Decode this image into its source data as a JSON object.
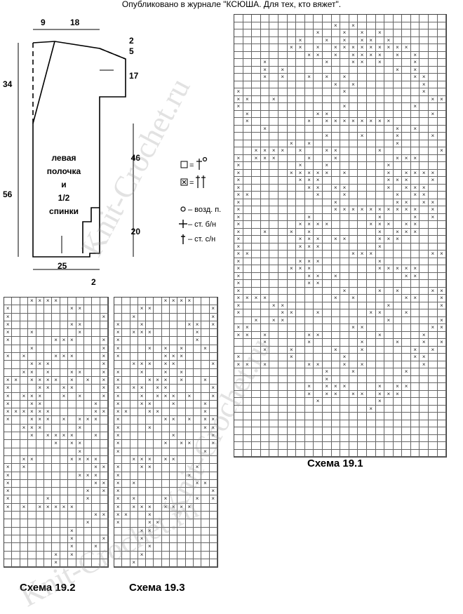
{
  "header": "Опубликовано в журнале \"КСЮША. Для тех, кто вяжет\".",
  "pattern": {
    "dims": {
      "top_left": "9",
      "top_right": "18",
      "right_2": "2",
      "right_5": "5",
      "right_17": "17",
      "left_34": "34",
      "left_56": "56",
      "right_46": "46",
      "right_20": "20",
      "bottom_25": "25",
      "bottom_2": "2"
    },
    "label": [
      "левая",
      "полочка",
      "и",
      "1/2",
      "спинки"
    ]
  },
  "legend": {
    "eq": "=",
    "items": [
      "– возд. п.",
      "– ст. б/н",
      "– ст. с/н"
    ]
  },
  "watermark": "Knit-Crochet.ru",
  "schemes": [
    {
      "caption": "Схема 19.1",
      "rows": [
        "........................",
        "...........x.x..........",
        ".........x..x.x.x.......",
        ".......x..x.x.xx.x......",
        "......xx.x.xxxxxxxxx....",
        "........xx.x.xxxx.x.x...",
        "...x......x..xx.x...x...",
        "...x.x............x.x...",
        "...x.x..x.x.x.......xx..",
        "...........x.x.......x..",
        "x...........x........x..",
        "xx..x.................xx",
        "x...........x.......x...",
        ".x.......xx...........x.",
        ".x......x.xxxxxxxx......",
        "...x..............x.x...",
        "..........x...x...x...x.",
        "......x.x.........x.....",
        "..xxxx.x..xx....x......x",
        "x.xxx...x..x......xxx...",
        "x......x..x......x......",
        "x.....xxxxx.x....x.xxxx.",
        "x......xxx.......xxx..x.",
        "x.......xx.xx....x.xxx..",
        "xx.......x..x.....x.xx..",
        "x..........x......xx.xx.",
        "x..........xxxxxxxxxx.x.",
        "x.......x.......x...x.x.",
        "x......xxxx....xxx.xx...",
        "x..x..x.x.......x.xxx...",
        "x......xxx.xx...xxx.....",
        "x......xxx......x.......",
        "xx...........xxx......xx",
        "x......xxx......x.......",
        "x.....xxx.......xxxxx...",
        "x.......xx.x.......xx...",
        "x.......xx..............",
        "x...........x...x.x...xx",
        "xxxx.......x.x.....xx..x",
        "x...xx...........x.....x",
        "x....xx..x.....xx..x....",
        "..x.xx...........x.....x",
        "xx...........xx.......xx",
        "xx.x....xx......x....x..",
        "...x....x.....x...x..x.x",
        "...x..x....x..x.....x.x.",
        "x.....x.....x.......xx..",
        "xx.x....xx..x.x......x..",
        "..........x..x.....x....",
        "..........x.............",
        "........x.xxx...x.xx....",
        "........x.xx.xx.xxx.....",
        ".........x......x.......",
        "...............x........",
        "........................",
        "........................",
        "........................",
        "........................",
        "........................",
        "........................"
      ]
    },
    {
      "caption": "Схема 19.2",
      "rows": [
        "...xxxx......",
        "x.......xx...",
        "x...........x",
        "x.......xx...",
        "x..x.....x...",
        "x.....xxx...x",
        "...x........x",
        "x.x...xxx...x",
        "...xxx......x",
        "..xx.x..xx..x",
        "xx.xxxx.x.x.x",
        "x...xx.xx...x",
        "x.xxx..x.x..x",
        "x..xx......x.",
        "xxxxxx.....xx",
        "x..xxx.x.xxx.",
        "..xxx....x...",
        "...x.xxxx..x.",
        "......x.xx...",
        ".........x...",
        "..xx....xxxx.",
        "x.x........xx",
        "x........xxx.",
        "x..........xx",
        "x.........x.x",
        "x....x....x..",
        "x.x.xxxxx....",
        "...........xx",
        "..........x..",
        "........x....",
        "........x...x",
        "........x..x.",
        "......x.x....",
        "......x......"
      ]
    },
    {
      "caption": "Схема 19.3",
      "rows": [
        "......xxxx...",
        "...xx.......x",
        "..x.........x",
        "x..x.....xx.x",
        "x.xxx.....x..",
        "x.........x..",
        "x...x.x.x..x.",
        "x.....xxx....",
        "..xxx.xx....x",
        "x..x..x.x....",
        "x...xxx.x..x.",
        "x.xx.xx.....x",
        "x..x.xxx.x..x",
        "x..xx..x...x.",
        "xx..xx.....x.",
        "x.....xx.x.xx",
        "x...x......xx",
        "x......x....x",
        "x.....x.xx..x",
        "x..........x.",
        "..xxx.xx.....",
        "x..xx.....x..",
        "x........x...",
        "x.x.......xx.",
        "x...........x",
        "x.x...x...x.x",
        "x.xxx.xxxx...",
        "xx..x........",
        "x...xx.......",
        "...xx........",
        "...x.........",
        "....x........",
        "...x.........",
        "..x.........."
      ]
    }
  ]
}
